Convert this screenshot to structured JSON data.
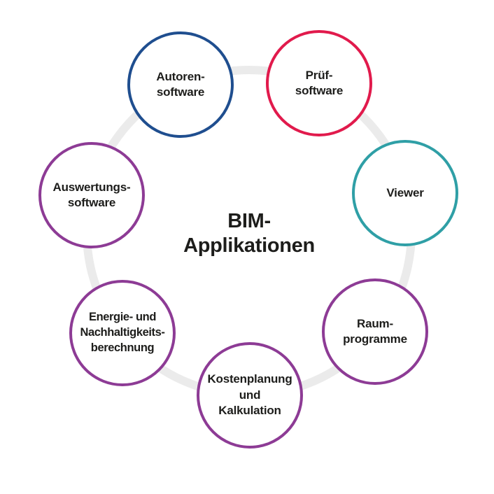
{
  "theme": {
    "background": "#ffffff",
    "text_color": "#1d1d1b",
    "ring_color": "#ebebeb"
  },
  "title": {
    "line1": "BIM-",
    "line2": "Applikationen"
  },
  "nodes": [
    {
      "id": "autorensoftware",
      "line1": "Autoren-",
      "line2": "software",
      "color": "#1f4e8f"
    },
    {
      "id": "pruefsoftware",
      "line1": "Prüf-",
      "line2": "software",
      "color": "#e11a4c"
    },
    {
      "id": "viewer",
      "line1": "Viewer",
      "color": "#2f9fa6"
    },
    {
      "id": "raumprogramme",
      "line1": "Raum-",
      "line2": "programme",
      "color": "#8d3b95"
    },
    {
      "id": "kostenplanung-kalkulation",
      "line1": "Kostenplanung",
      "line2": "und",
      "line3": "Kalkulation",
      "color": "#8d3b95"
    },
    {
      "id": "energie-nachhaltigkeit",
      "line1": "Energie- und",
      "line2": "Nachhaltigkeits-",
      "line3": "berechnung",
      "color": "#8d3b95"
    },
    {
      "id": "auswertungssoftware",
      "line1": "Auswertungs-",
      "line2": "software",
      "color": "#8d3b95"
    }
  ]
}
